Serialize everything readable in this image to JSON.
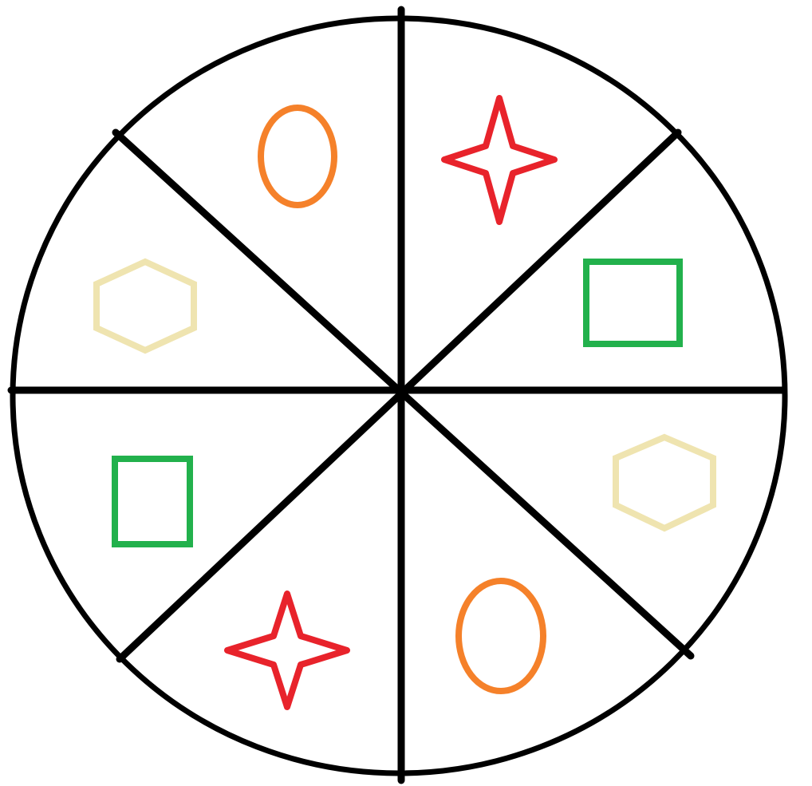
{
  "diagram": {
    "type": "circle-divided-into-eight-sectors",
    "sector_count": 8,
    "outline_color": "#000000",
    "background_color": "#ffffff",
    "sectors": [
      {
        "position": "top-left",
        "shape": "ellipse",
        "color": "#f5812a"
      },
      {
        "position": "top-right",
        "shape": "four-point-star",
        "color": "#e8232b"
      },
      {
        "position": "right-upper",
        "shape": "square",
        "color": "#22b14c"
      },
      {
        "position": "right-lower",
        "shape": "hexagon",
        "color": "#efe4b0"
      },
      {
        "position": "bottom-right",
        "shape": "ellipse",
        "color": "#f5812a"
      },
      {
        "position": "bottom-left",
        "shape": "four-point-star",
        "color": "#e8232b"
      },
      {
        "position": "left-lower",
        "shape": "square",
        "color": "#22b14c"
      },
      {
        "position": "left-upper",
        "shape": "hexagon",
        "color": "#efe4b0"
      }
    ]
  }
}
